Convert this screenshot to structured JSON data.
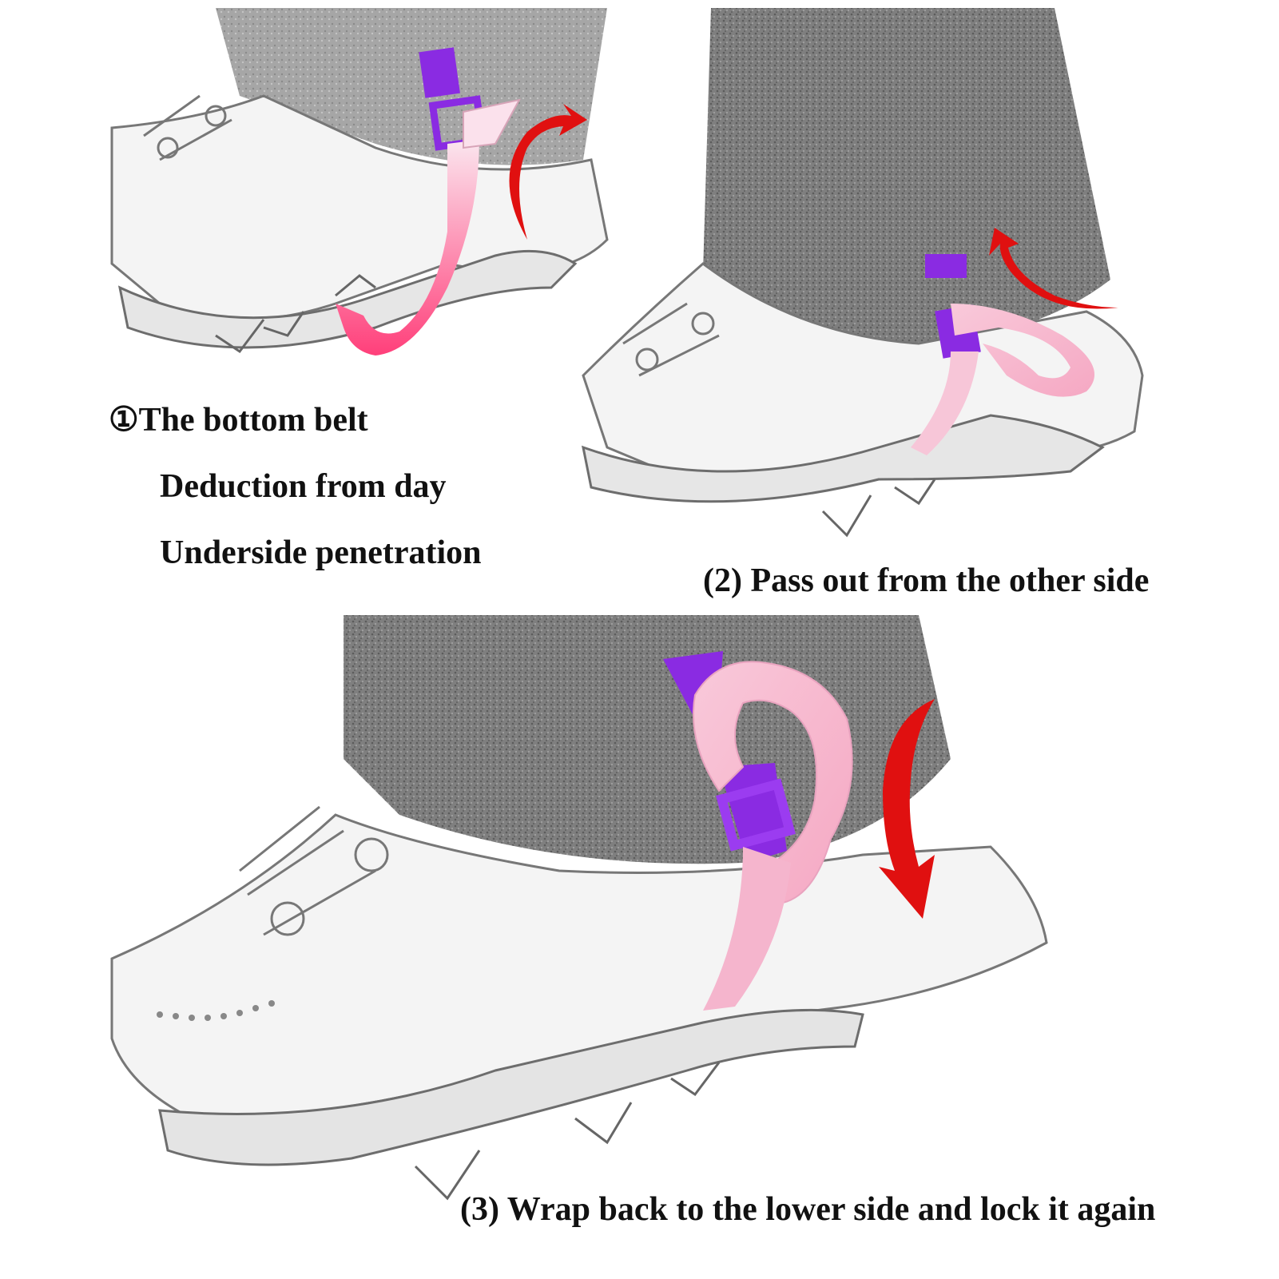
{
  "steps": [
    {
      "number": "①",
      "title": "The bottom belt",
      "lines": [
        "Deduction from day",
        "Underside penetration"
      ]
    },
    {
      "title": "(2) Pass out from the other side"
    },
    {
      "title": "(3) Wrap back to the lower side and lock it again"
    }
  ],
  "colors": {
    "background": "#ffffff",
    "gaiter_fabric": "#8a8a8a",
    "boot_outline": "#6f6f6f",
    "buckle_purple": "#8a2be2",
    "strap_pink": "#f7b8cf",
    "strap_deep_pink": "#ff5a8c",
    "arrow_red": "#e01010"
  },
  "icons": [
    "boot-illustration",
    "gaiter-illustration",
    "strap-illustration",
    "curved-arrow-icon"
  ]
}
